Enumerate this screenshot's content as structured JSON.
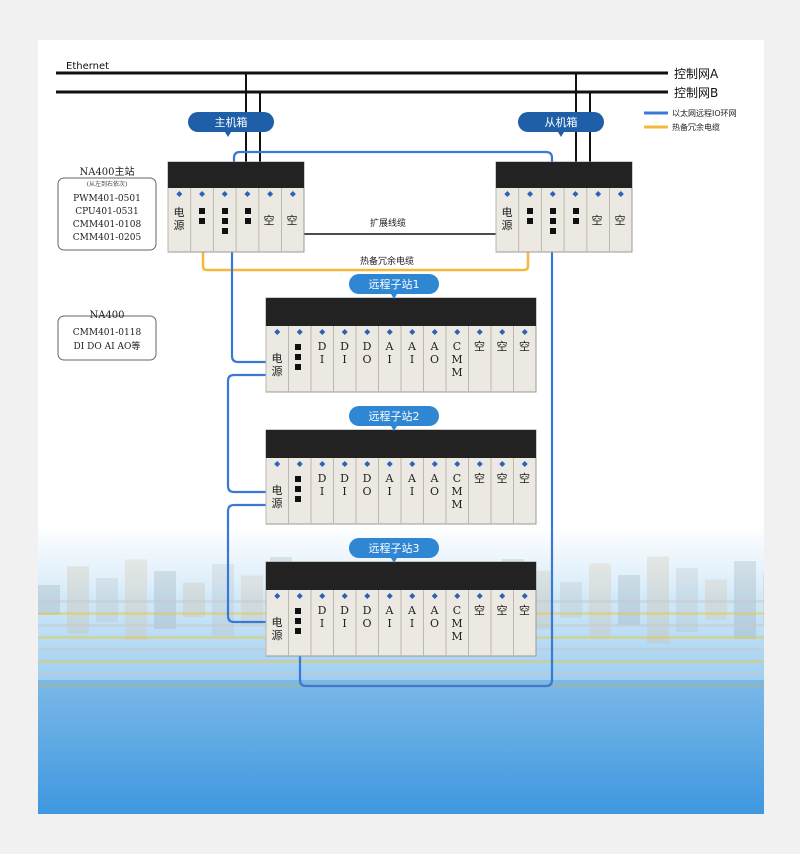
{
  "network": {
    "ethernet": "Ethernet",
    "bus_a": "控制网A",
    "bus_b": "控制网B"
  },
  "legend": {
    "blue_label": "以太网远程IO环网",
    "orange_label": "热备冗余电缆",
    "blue_color": "#3a78d6",
    "orange_color": "#f5b83a"
  },
  "labels": {
    "main_chassis": "主机箱",
    "slave_chassis": "从机箱",
    "expansion_cable": "扩展线缆",
    "redundant_cable": "热备冗余电缆"
  },
  "main_station_box": {
    "title": "NA400主站",
    "subtitle": "(从左到右依次)",
    "lines": [
      "PWM401-0501",
      "CPU401-0531",
      "CMM401-0108",
      "CMM401-0205"
    ]
  },
  "na400_box": {
    "title": "NA400",
    "lines": [
      "CMM401-0118",
      "DI DO AI AO等"
    ]
  },
  "rack_modules": {
    "power": [
      "电",
      "源"
    ],
    "empty": "空",
    "remote": [
      [
        "D",
        "I"
      ],
      [
        "D",
        "I"
      ],
      [
        "D",
        "O"
      ],
      [
        "A",
        "I"
      ],
      [
        "A",
        "I"
      ],
      [
        "A",
        "O"
      ],
      [
        "C",
        "M",
        "M"
      ],
      [
        "空"
      ],
      [
        "空"
      ],
      [
        "空"
      ]
    ]
  },
  "remote_stations": [
    "远程子站1",
    "远程子站2",
    "远程子站3"
  ],
  "colors": {
    "pill": "#2f86d3",
    "pill_dark": "#1a4f8f",
    "rack_top": "#222222",
    "rack_body": "#ece9e2"
  }
}
